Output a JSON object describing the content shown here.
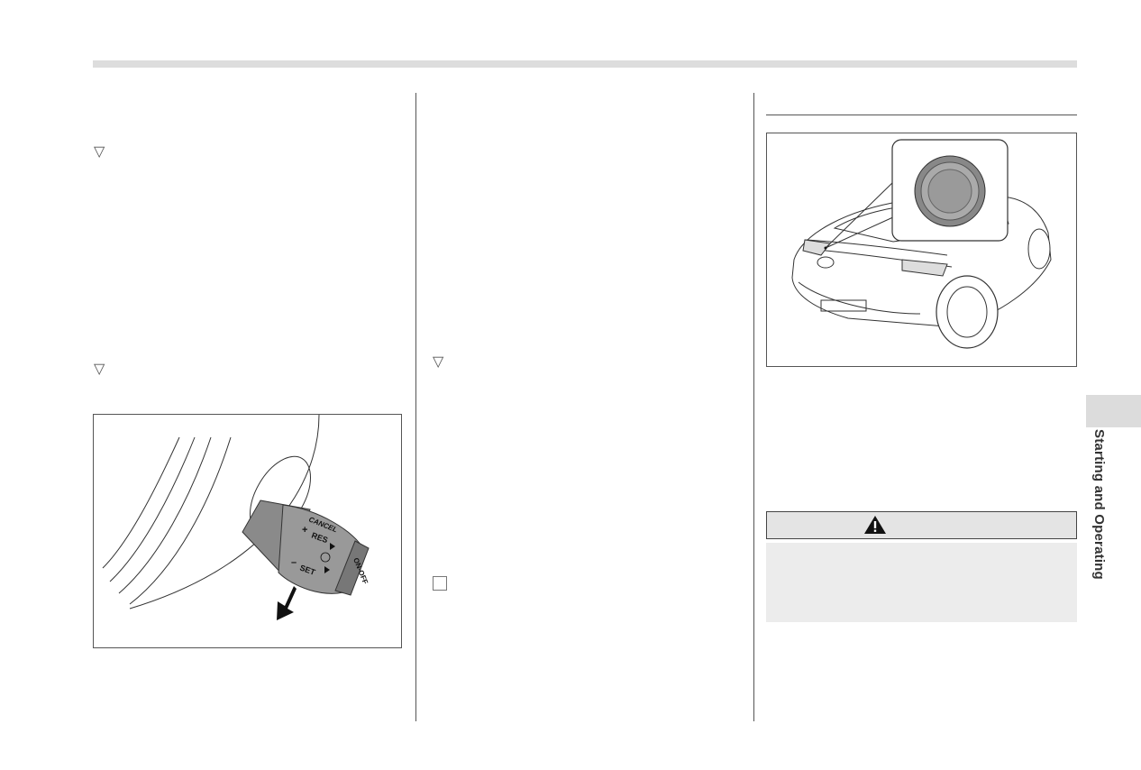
{
  "page": {
    "side_tab": {
      "label": "Starting and Operating"
    },
    "icons": {
      "caution_triangle": "triangle-down-outline",
      "bullet_square": "square-outline",
      "warning": "warning-triangle-icon"
    }
  },
  "column1": {
    "figure_lever": {
      "labels": {
        "cancel": "CANCEL",
        "res": "RES",
        "set": "SET",
        "onoff": "ON-OFF",
        "plus": "+",
        "minus": "–"
      }
    }
  },
  "column3": {
    "figure_car": {},
    "warning_box": {}
  }
}
